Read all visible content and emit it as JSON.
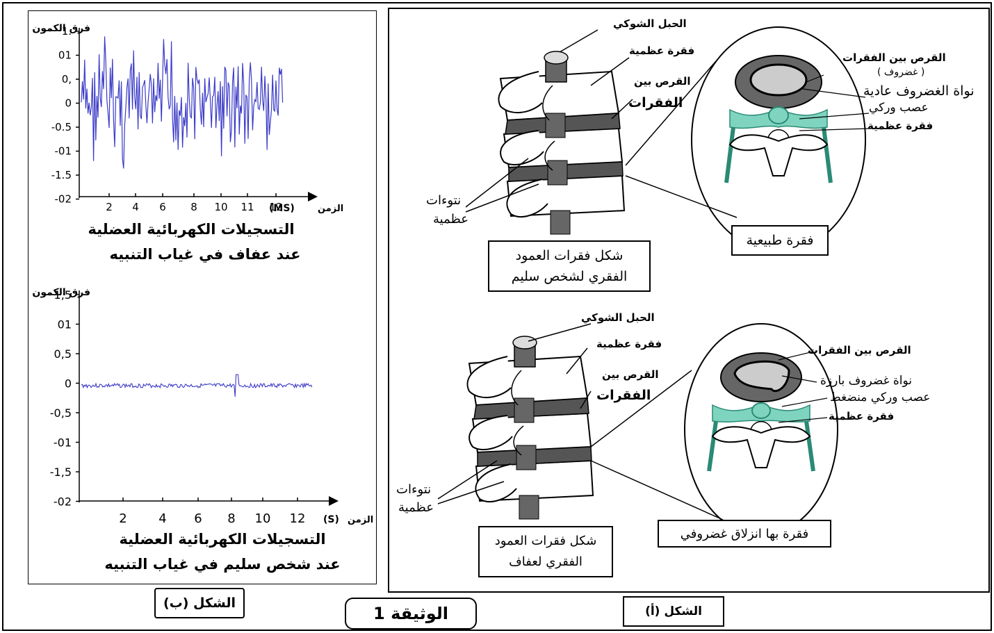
{
  "document_title": "الوثيقة 1",
  "figure_b": {
    "label": "الشكل (ب)",
    "chart_top": {
      "ylabel": "فرق الكمون (MV)",
      "xlabel": "الزمن",
      "xunit": "(MS)",
      "yticks": [
        "1.",
        "01",
        "0,",
        "0",
        "-0.5",
        "-01",
        "-1.5",
        "-02"
      ],
      "xticks": [
        "2",
        "4",
        "6",
        "8",
        "10",
        "11",
        "12"
      ],
      "caption_line1": "التسجيلات الكهربائية العضلية",
      "caption_line2": "عند عفاف في غياب التنبيه"
    },
    "chart_bottom": {
      "ylabel": "فرق الكمون (MV)",
      "xlabel": "الزمن",
      "xunit": "(S)",
      "yticks": [
        "1,5",
        "01",
        "0,5",
        "0",
        "-0,5",
        "-01",
        "-1,5",
        "-02"
      ],
      "xticks": [
        "2",
        "4",
        "6",
        "8",
        "10",
        "12"
      ],
      "caption_line1": "التسجيلات الكهربائية العضلية",
      "caption_line2": "عند شخص سليم في غياب التنبيه"
    }
  },
  "figure_a": {
    "label": "الشكل (أ)",
    "healthy": {
      "spinal_cord": "الحبل الشوكي",
      "vertebra": "فقرة عظمية",
      "disc_line1": "القرص بين",
      "disc_line2": "الفقرات",
      "processes_line1": "نتوءات",
      "processes_line2": "عظمية",
      "caption_line1": "شكل فقرات العمود",
      "caption_line2": "الفقري لشخص سليم",
      "zoom_disc": "القرص بين الفقرات",
      "zoom_cartilage": "( غضروف )",
      "zoom_nucleus": "نواة الغضروف عادية",
      "zoom_nerve": "عصب وركي",
      "zoom_vertebra": "فقرة عظمية",
      "zoom_caption": "فقرة طبيعية"
    },
    "patient": {
      "spinal_cord": "الحبل الشوكي",
      "vertebra": "فقرة عظمية",
      "disc_line1": "القرص بين",
      "disc_line2": "الفقرات",
      "processes_line1": "نتوءات",
      "processes_line2": "عظمية",
      "caption_line1": "شكل فقرات العمود",
      "caption_line2": "الفقري لعفاف",
      "zoom_disc": "القرص بين الفقرات",
      "zoom_nucleus": "نواة غضروف بارزة",
      "zoom_nerve": "عصب وركي منضغط",
      "zoom_vertebra": "فقرة عظمية",
      "zoom_caption": "فقرة بها انزلاق غضروفي"
    }
  },
  "colors": {
    "signal": "#3a3ac8",
    "nerve": "#7fd4bf",
    "disc": "#555555"
  }
}
